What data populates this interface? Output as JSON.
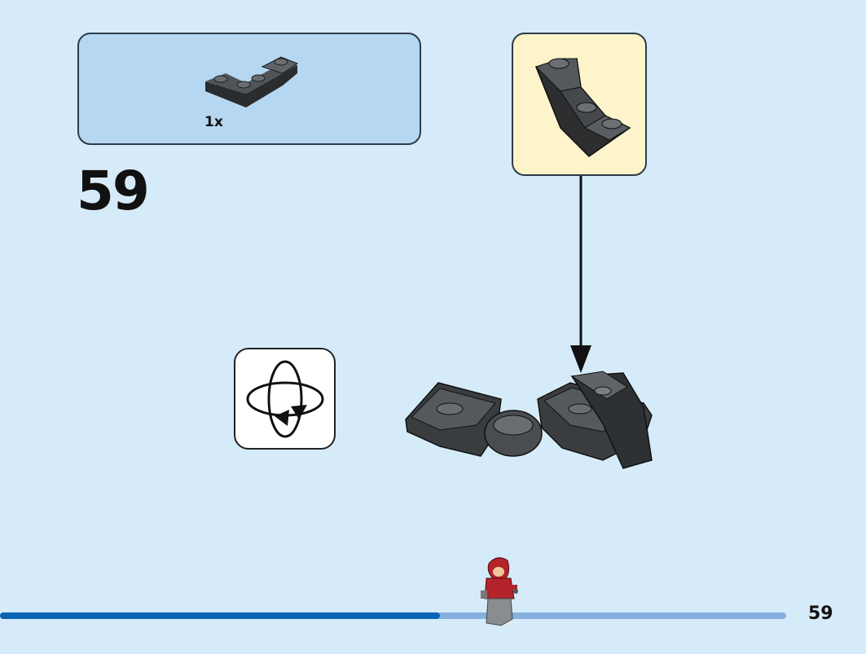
{
  "parts_list": {
    "quantity": "1x",
    "part_icon": "inverted-slope-brick-icon",
    "part_color": "#3c3f42"
  },
  "step": {
    "number": "59"
  },
  "callout": {
    "part_icon": "inverted-slope-brick-icon"
  },
  "rotate": {
    "icon": "rotate-model-icon"
  },
  "progress": {
    "fraction": 0.56,
    "done_color": "#0a64b4",
    "remaining_color": "#86b0e0"
  },
  "page": {
    "number": "59"
  }
}
